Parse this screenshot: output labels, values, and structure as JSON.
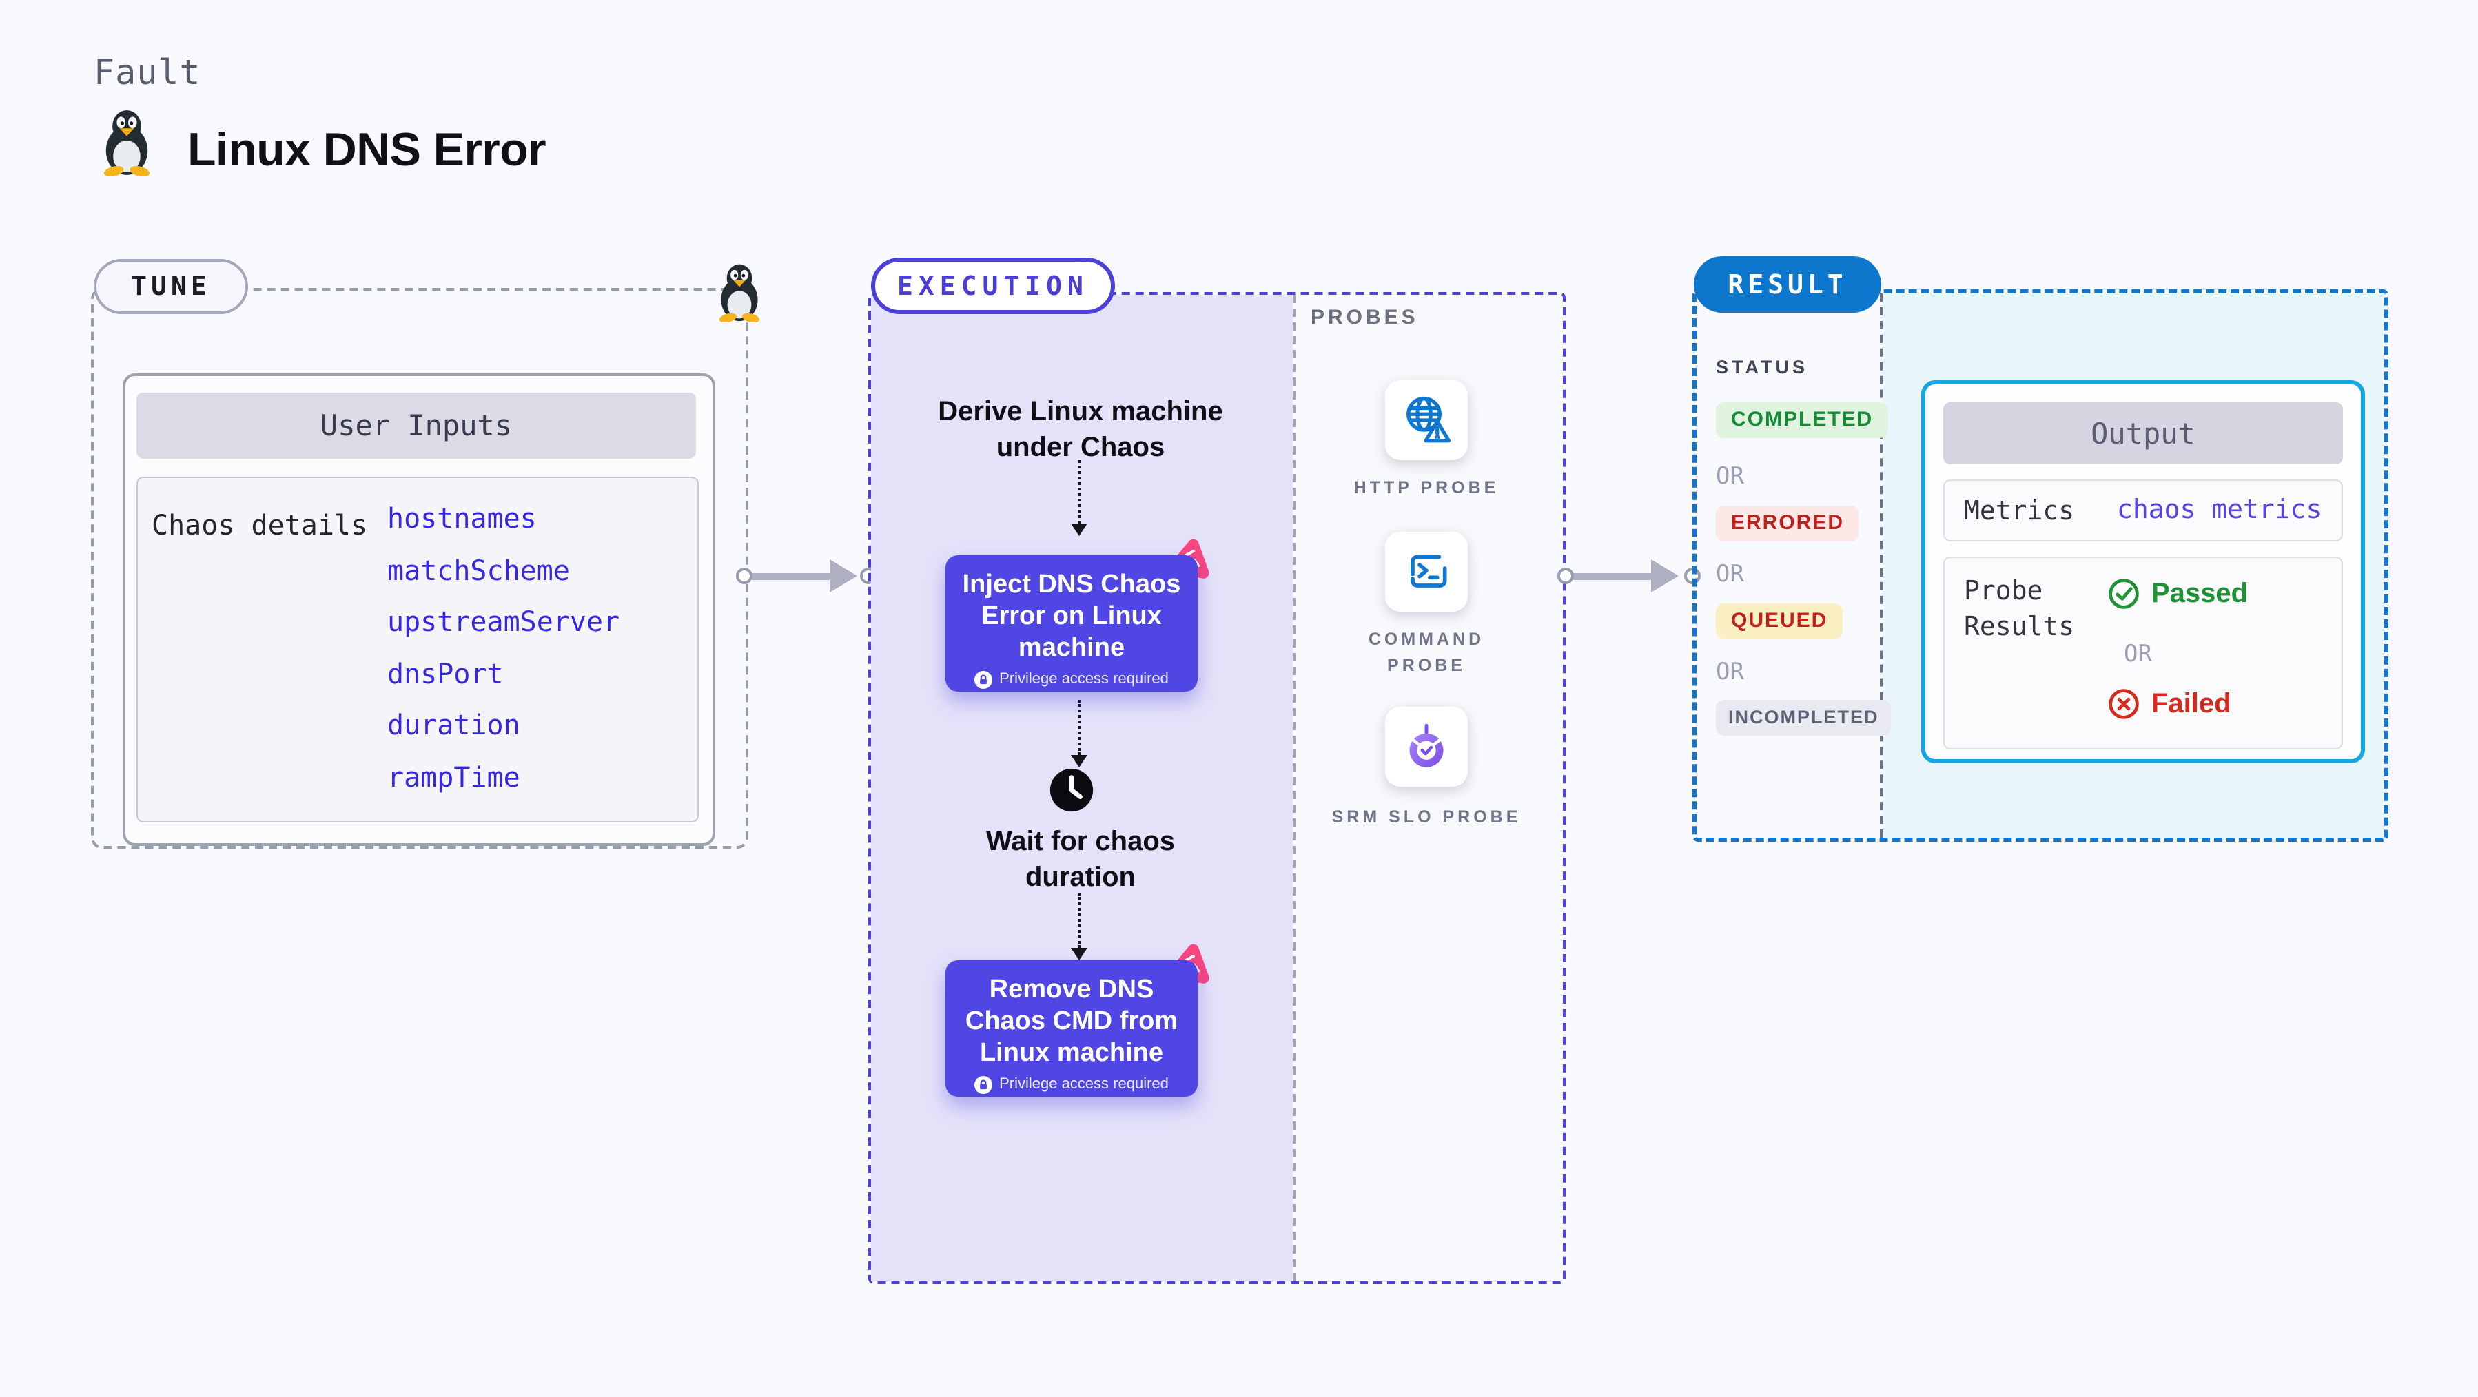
{
  "header": {
    "kicker": "Fault",
    "title": "Linux DNS Error"
  },
  "labels": {
    "or": "OR"
  },
  "tune": {
    "pill": "TUNE",
    "card_title": "User Inputs",
    "row_label": "Chaos details",
    "params": [
      "hostnames",
      "matchScheme",
      "upstreamServer",
      "dnsPort",
      "duration",
      "rampTime"
    ]
  },
  "execution": {
    "pill": "EXECUTION",
    "derive": "Derive Linux machine under Chaos",
    "inject": "Inject DNS Chaos Error on Linux machine",
    "privilege": "Privilege access required",
    "wait": "Wait for chaos duration",
    "remove": "Remove DNS Chaos CMD from Linux machine"
  },
  "probes": {
    "label": "PROBES",
    "items": [
      "HTTP PROBE",
      "COMMAND PROBE",
      "SRM SLO PROBE"
    ]
  },
  "result": {
    "pill": "RESULT",
    "status_label": "STATUS",
    "statuses": [
      {
        "text": "COMPLETED",
        "bg": "#DFF3DE",
        "color": "#178A38"
      },
      {
        "text": "ERRORED",
        "bg": "#FCE8E6",
        "color": "#C11F1A"
      },
      {
        "text": "QUEUED",
        "bg": "#FBEFC4",
        "color": "#C11F1A"
      },
      {
        "text": "INCOMPLETED",
        "bg": "#E9EAF1",
        "color": "#5E6277"
      }
    ],
    "output": {
      "title": "Output",
      "metrics_label": "Metrics",
      "metrics_value": "chaos metrics",
      "probe_results_label": "Probe Results",
      "passed": "Passed",
      "failed": "Failed"
    }
  },
  "colors": {
    "page_bg": "#F8F9FC",
    "accent_indigo": "#4F46E4",
    "lavender_fill": "#E4E2F9",
    "accent_blue": "#0D76CD",
    "accent_cyan": "#16A7E0",
    "cyan_panel_bg": "#E8F5FB",
    "param_blue": "#3628E0",
    "chaos_pink": "#F8467F",
    "probe_icon_blue": "#0E77D2",
    "srm_purple": "#7A4BE8",
    "passed_green": "#1D9334",
    "failed_red": "#D62A1E",
    "arrow_gray": "#AEAFC1"
  }
}
